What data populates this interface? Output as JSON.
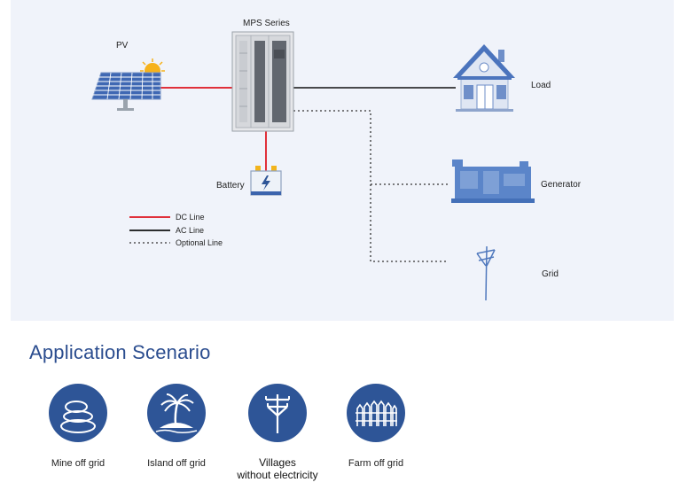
{
  "diagram": {
    "system_title": "MPS Series",
    "nodes": {
      "pv": "PV",
      "battery": "Battery",
      "load": "Load",
      "generator": "Generator",
      "grid": "Grid"
    },
    "legend": [
      {
        "label": "DC Line",
        "style": "solid",
        "color": "#e0303a"
      },
      {
        "label": "AC Line",
        "style": "solid",
        "color": "#111111"
      },
      {
        "label": "Optional Line",
        "style": "dotted",
        "color": "#333333"
      }
    ]
  },
  "application": {
    "title": "Application Scenario",
    "scenarios": [
      {
        "label": "Mine off grid",
        "icon": "stones-icon"
      },
      {
        "label": "Island off grid",
        "icon": "palm-island-icon"
      },
      {
        "label": "Villages",
        "label2": "without electricity",
        "icon": "power-pole-icon"
      },
      {
        "label": "Farm off grid",
        "icon": "fence-icon"
      }
    ]
  },
  "colors": {
    "accent": "#2e5597",
    "title": "#2b4d8f",
    "dc_line": "#e0303a",
    "ac_line": "#111111",
    "device_blue": "#5b85c9"
  }
}
